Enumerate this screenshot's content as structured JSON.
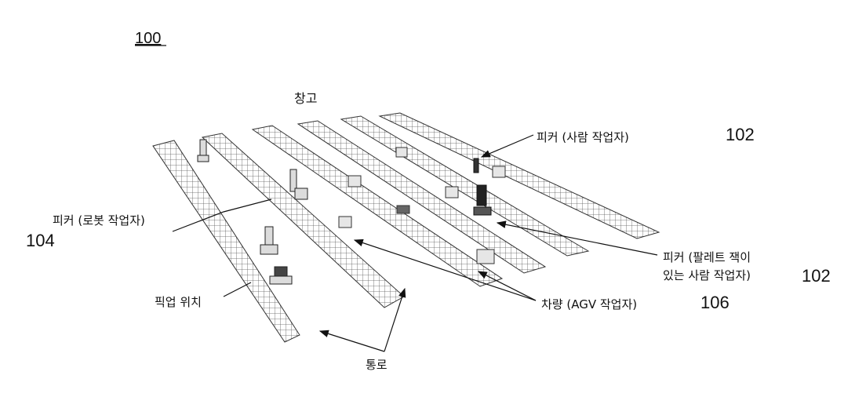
{
  "figure": {
    "number": "100",
    "warehouse_label": "창고",
    "ref_human_picker": "102",
    "ref_pallet_picker": "102",
    "ref_robot_picker": "104",
    "ref_vehicle": "106"
  },
  "labels": {
    "picker_human": "피커 (사람 작업자)",
    "picker_robot": "피커 (로봇 작업자)",
    "picker_pallet_line1": "피커 (팔레트 잭이",
    "picker_pallet_line2": "있는 사람 작업자)",
    "pick_location": "픽업 위치",
    "vehicle": "차량 (AGV 작업자)",
    "aisle": "통로"
  },
  "colors": {
    "ink": "#111111",
    "grid": "#555555",
    "background": "#ffffff"
  }
}
